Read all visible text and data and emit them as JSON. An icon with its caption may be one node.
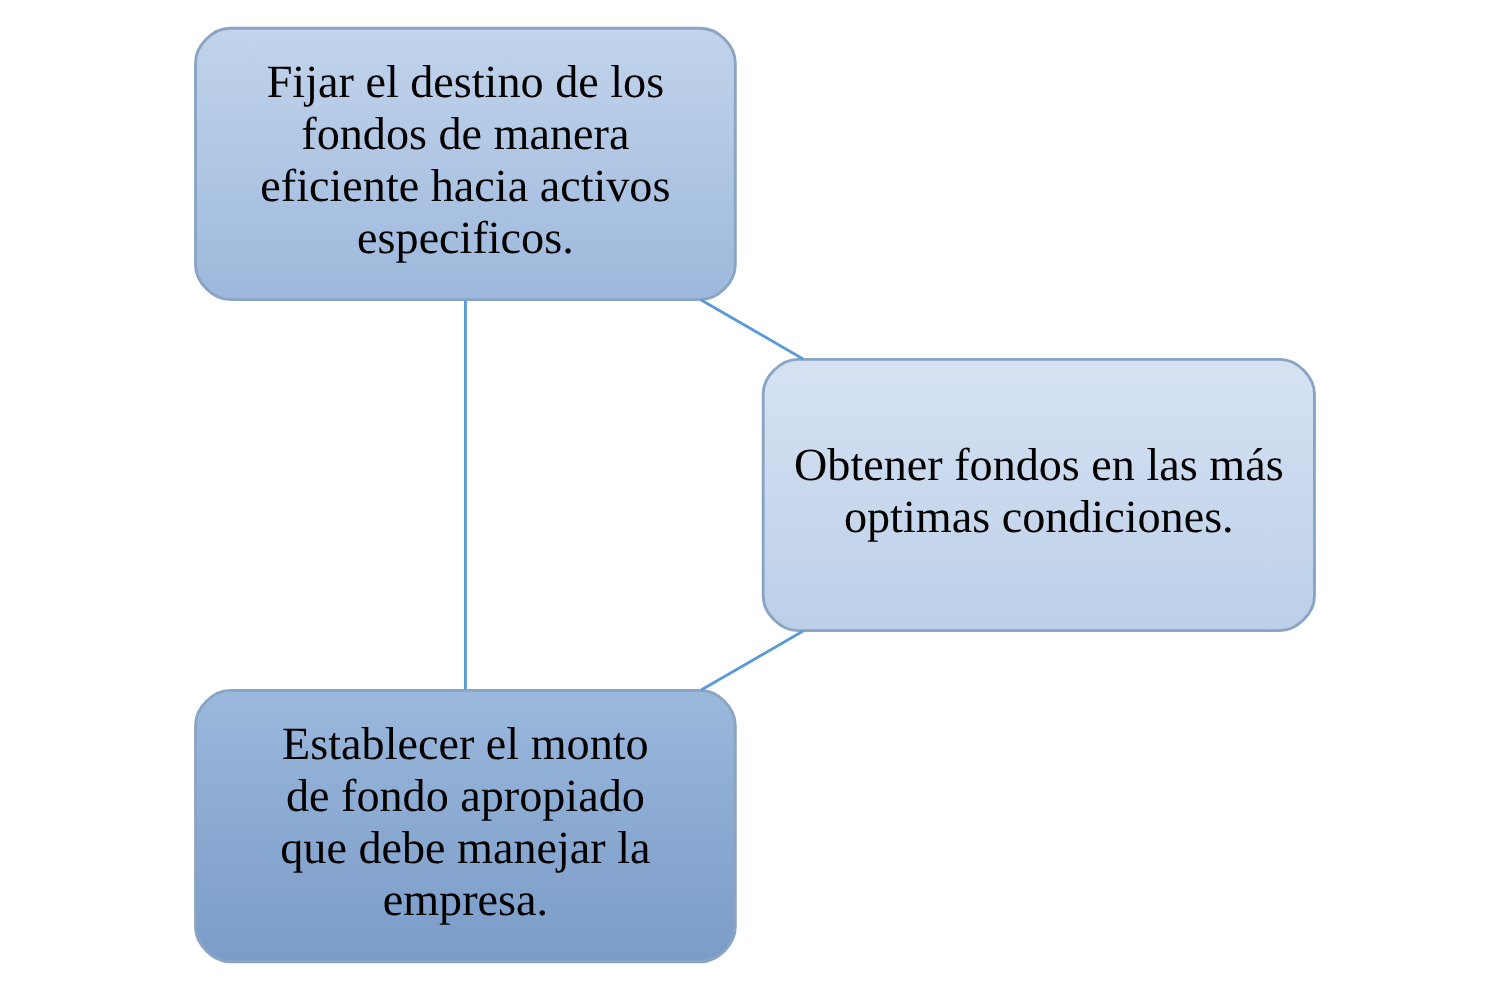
{
  "diagram": {
    "nodes": [
      {
        "text": [
          "Establecer el monto de fondo apropiado que debe manejar la empresa."
        ]
      },
      {
        "text": [
          "Obtener fondos en las más optimas condiciones."
        ]
      },
      {
        "text": [
          "Fijar el destino de los fondos de manera eficiente hacia activos especificos."
        ]
      }
    ],
    "edges": [
      {
        "from": 0,
        "to": 2,
        "arrow": "none"
      },
      {
        "from": 2,
        "to": 1,
        "arrow": "none"
      },
      {
        "from": 1,
        "to": 0,
        "arrow": "none"
      }
    ]
  }
}
